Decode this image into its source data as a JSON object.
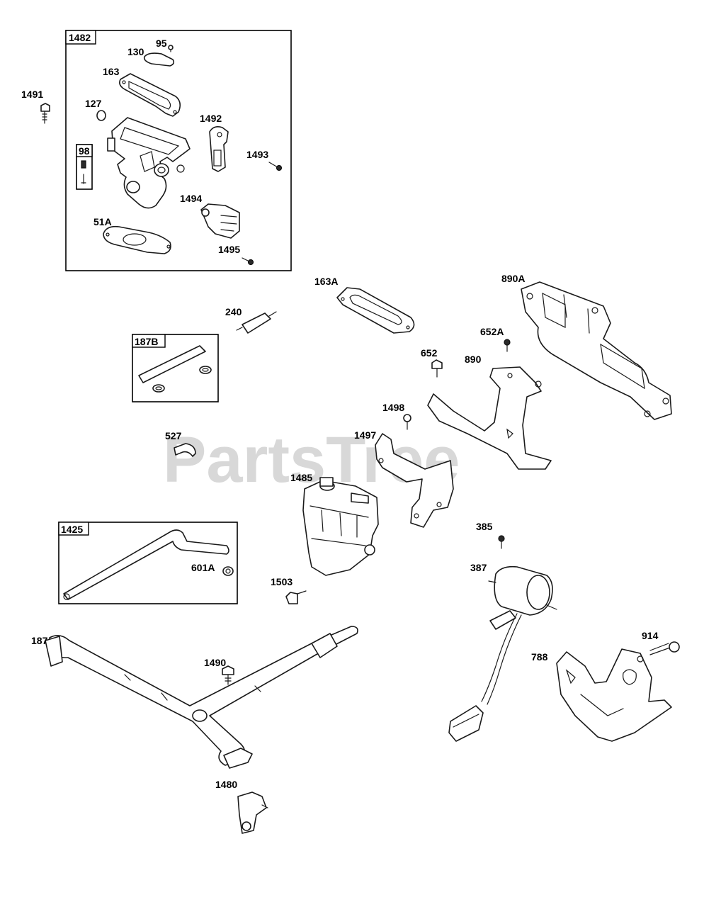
{
  "watermark": {
    "text": "PartsTree",
    "trademark": "™"
  },
  "boxes": {
    "b1482": "1482",
    "b98": "98",
    "b187B": "187B",
    "b1425": "1425"
  },
  "labels": {
    "l95": "95",
    "l130": "130",
    "l163": "163",
    "l127": "127",
    "l1491": "1491",
    "l1492": "1492",
    "l1493": "1493",
    "l1494": "1494",
    "l51A": "51A",
    "l1495": "1495",
    "l163A": "163A",
    "l890A": "890A",
    "l240": "240",
    "l652A": "652A",
    "l652": "652",
    "l890": "890",
    "l1498": "1498",
    "l527": "527",
    "l1497": "1497",
    "l1485": "1485",
    "l385": "385",
    "l387": "387",
    "l601A": "601A",
    "l1503": "1503",
    "l187": "187",
    "l1490": "1490",
    "l914": "914",
    "l788": "788",
    "l1480": "1480"
  }
}
